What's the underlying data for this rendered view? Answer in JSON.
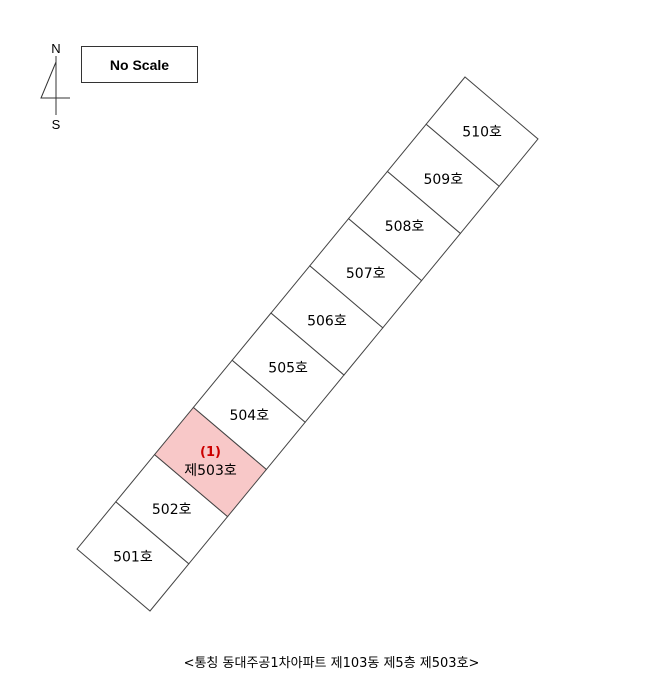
{
  "compass": {
    "north": "N",
    "south": "S"
  },
  "scale_label": "No Scale",
  "highlight_color": "#f8c8c8",
  "units": [
    {
      "label": "501호"
    },
    {
      "label": "502호"
    },
    {
      "label": "(1)",
      "label2": "제503호",
      "highlighted": true
    },
    {
      "label": "504호"
    },
    {
      "label": "505호"
    },
    {
      "label": "506호"
    },
    {
      "label": "507호"
    },
    {
      "label": "508호"
    },
    {
      "label": "509호"
    },
    {
      "label": "510호"
    }
  ],
  "caption": "<통칭 동대주공1차아파트 제103동 제5층 제503호>"
}
